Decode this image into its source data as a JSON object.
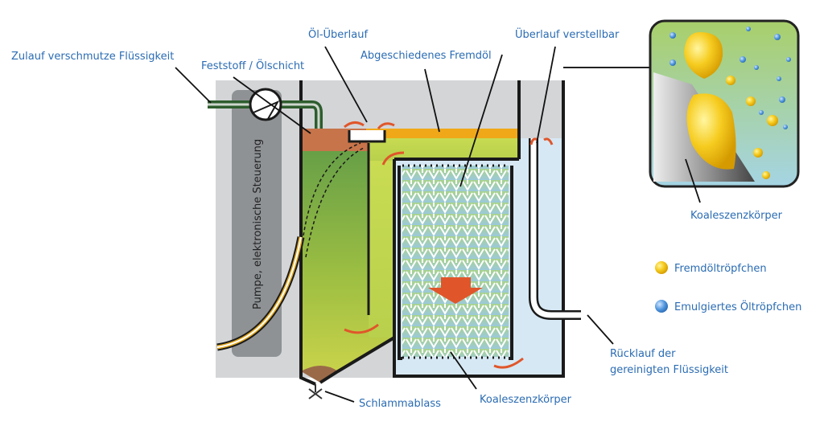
{
  "labels": {
    "inlet": "Zulauf verschmutze Flüssigkeit",
    "solids_oil_layer": "Feststoff / Ölschicht",
    "oil_overflow": "Öl-Überlauf",
    "separated_oil": "Abgeschiedenes Fremdöl",
    "adjustable_overflow": "Überlauf verstellbar",
    "pump_control": "Pumpe, elektronische Steuerung",
    "coalescer_inset": "Koaleszenzkörper",
    "coalescer_main": "Koaleszenzkörper",
    "sludge_drain": "Schlammablass",
    "return_line1": "Rücklauf der",
    "return_line2": "gereinigten Flüssigkeit"
  },
  "legend": [
    {
      "label": "Fremdöltröpfchen",
      "color": "#f2c200"
    },
    {
      "label": "Emulgiertes Öltröpfchen",
      "color": "#4a90d9"
    }
  ],
  "colors": {
    "label_text": "#2b6cb3",
    "flow_arrow": "#e0562a",
    "oil_layer": "#f0a818",
    "dirty_liquid": "#6fa64a",
    "clean_liquid": "#d6e8f4"
  }
}
